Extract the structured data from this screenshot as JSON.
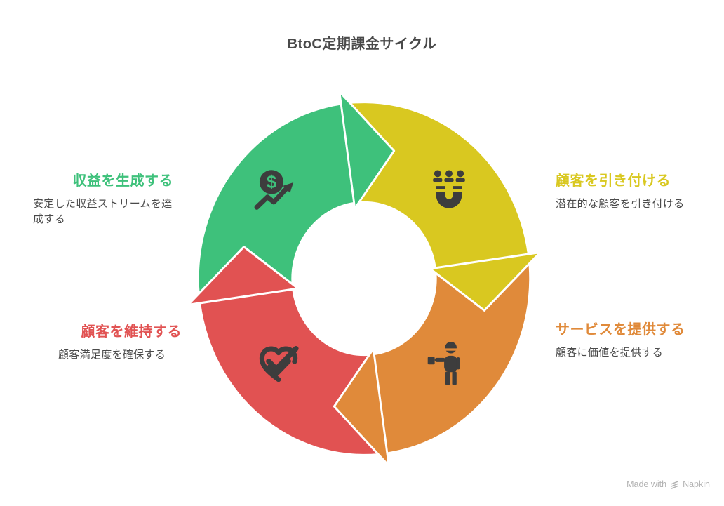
{
  "title": "BtoC定期課金サイクル",
  "colors": {
    "background": "#ffffff",
    "ink": "#3d3d3d",
    "title_text": "#4a4a4a",
    "desc_text": "#4a4a4a",
    "seam": "#ffffff",
    "watermark": "#b3b3b3"
  },
  "segments": [
    {
      "id": "generate-revenue",
      "heading": "収益を生成する",
      "desc": "安定した収益ストリームを達成する",
      "color": "#3ec17b",
      "icon": "money-growth-icon"
    },
    {
      "id": "attract-customers",
      "heading": "顧客を引き付ける",
      "desc": "潜在的な顧客を引き付ける",
      "color": "#d9c820",
      "icon": "magnet-attract-icon"
    },
    {
      "id": "provide-service",
      "heading": "サービスを提供する",
      "desc": "顧客に価値を提供する",
      "color": "#e08a3a",
      "icon": "service-person-icon"
    },
    {
      "id": "retain-customers",
      "heading": "顧客を維持する",
      "desc": "顧客満足度を確保する",
      "color": "#e15252",
      "icon": "heart-check-icon"
    }
  ],
  "icons": {
    "dollar_glyph": "$"
  },
  "watermark": {
    "prefix": "Made with",
    "brand": "Napkin"
  }
}
